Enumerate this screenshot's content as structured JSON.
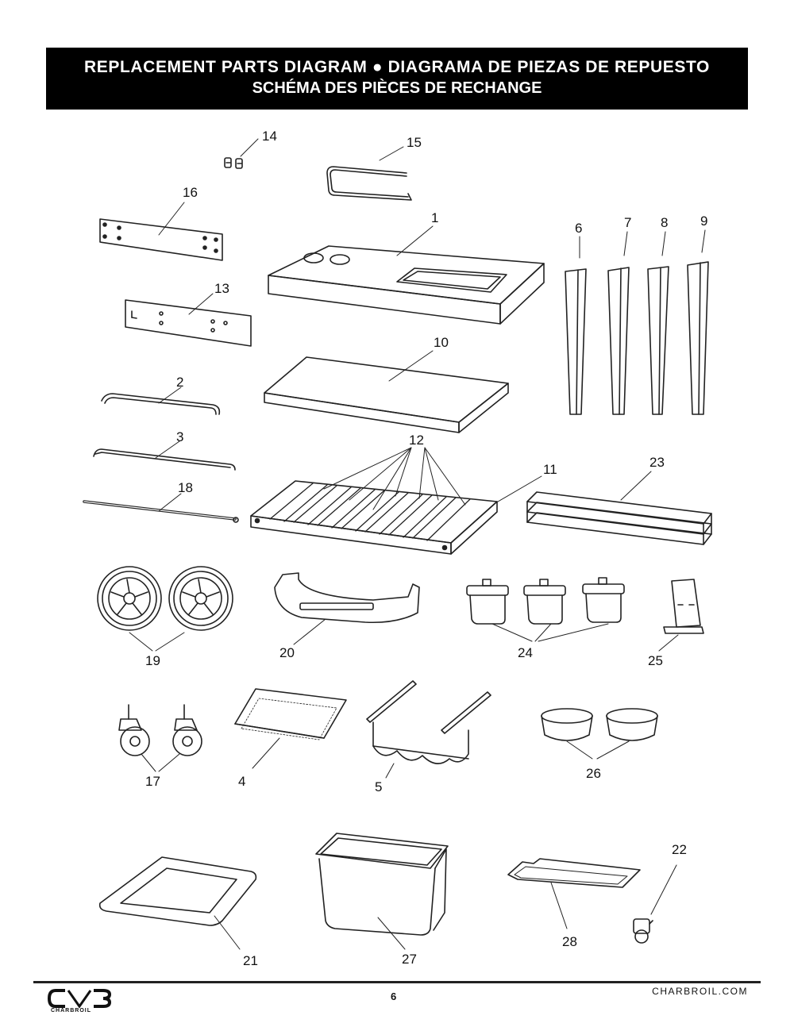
{
  "header": {
    "line1": "REPLACEMENT PARTS DIAGRAM ● DIAGRAMA DE PIEZAS DE REPUESTO",
    "line2": "SCHÉMA DES PIÈCES DE RECHANGE"
  },
  "footer": {
    "brand": "CHARBROIL",
    "page_number": "6",
    "website": "CHARBROIL.COM"
  },
  "parts": {
    "p1": "1",
    "p2": "2",
    "p3": "3",
    "p4": "4",
    "p5": "5",
    "p6": "6",
    "p7": "7",
    "p8": "8",
    "p9": "9",
    "p10": "10",
    "p11": "11",
    "p12": "12",
    "p13": "13",
    "p14": "14",
    "p15": "15",
    "p16": "16",
    "p17": "17",
    "p18": "18",
    "p19": "19",
    "p20": "20",
    "p21": "21",
    "p22": "22",
    "p23": "23",
    "p24": "24",
    "p25": "25",
    "p26": "26",
    "p27": "27",
    "p28": "28"
  }
}
